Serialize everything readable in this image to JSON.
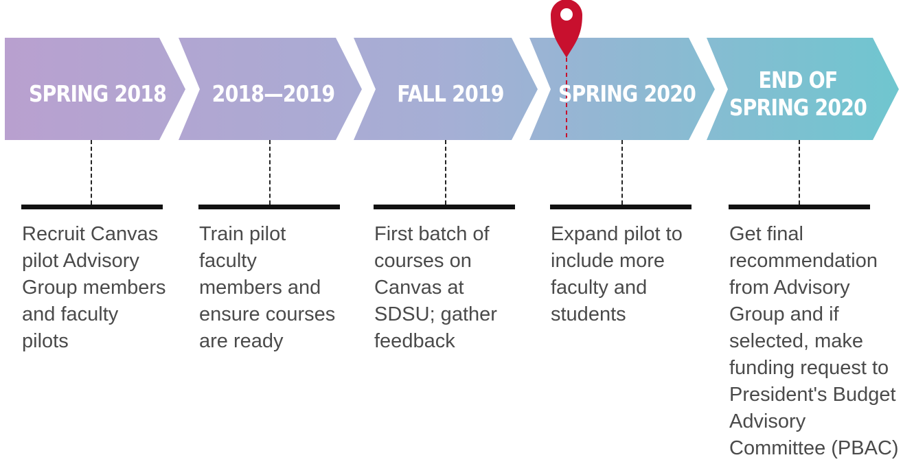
{
  "timeline": {
    "colors": {
      "gradient_start": "#b9a0cf",
      "gradient_mid": "#a5afd5",
      "gradient_end": "#6fc6cf",
      "pin": "#c8102e",
      "dash": "#c8102e"
    },
    "stages": [
      {
        "label": "SPRING 2018",
        "description": "Recruit Canvas\npilot Advisory\nGroup members\nand faculty\npilots"
      },
      {
        "label": "2018—2019",
        "description": "Train pilot\nfaculty\nmembers and\nensure courses\nare ready"
      },
      {
        "label": "FALL 2019",
        "description": "First batch of\ncourses on\nCanvas at\nSDSU; gather\nfeedback"
      },
      {
        "label": "SPRING 2020",
        "description": "Expand pilot to\ninclude more\nfaculty and\nstudents",
        "current": true,
        "marker_icon": "location-pin-icon"
      },
      {
        "label": "END OF\nSPRING 2020",
        "description": "Get final\nrecommendation\nfrom Advisory\nGroup and if\nselected, make\nfunding request to\nPresident's Budget\nAdvisory\nCommittee (PBAC)"
      }
    ]
  }
}
